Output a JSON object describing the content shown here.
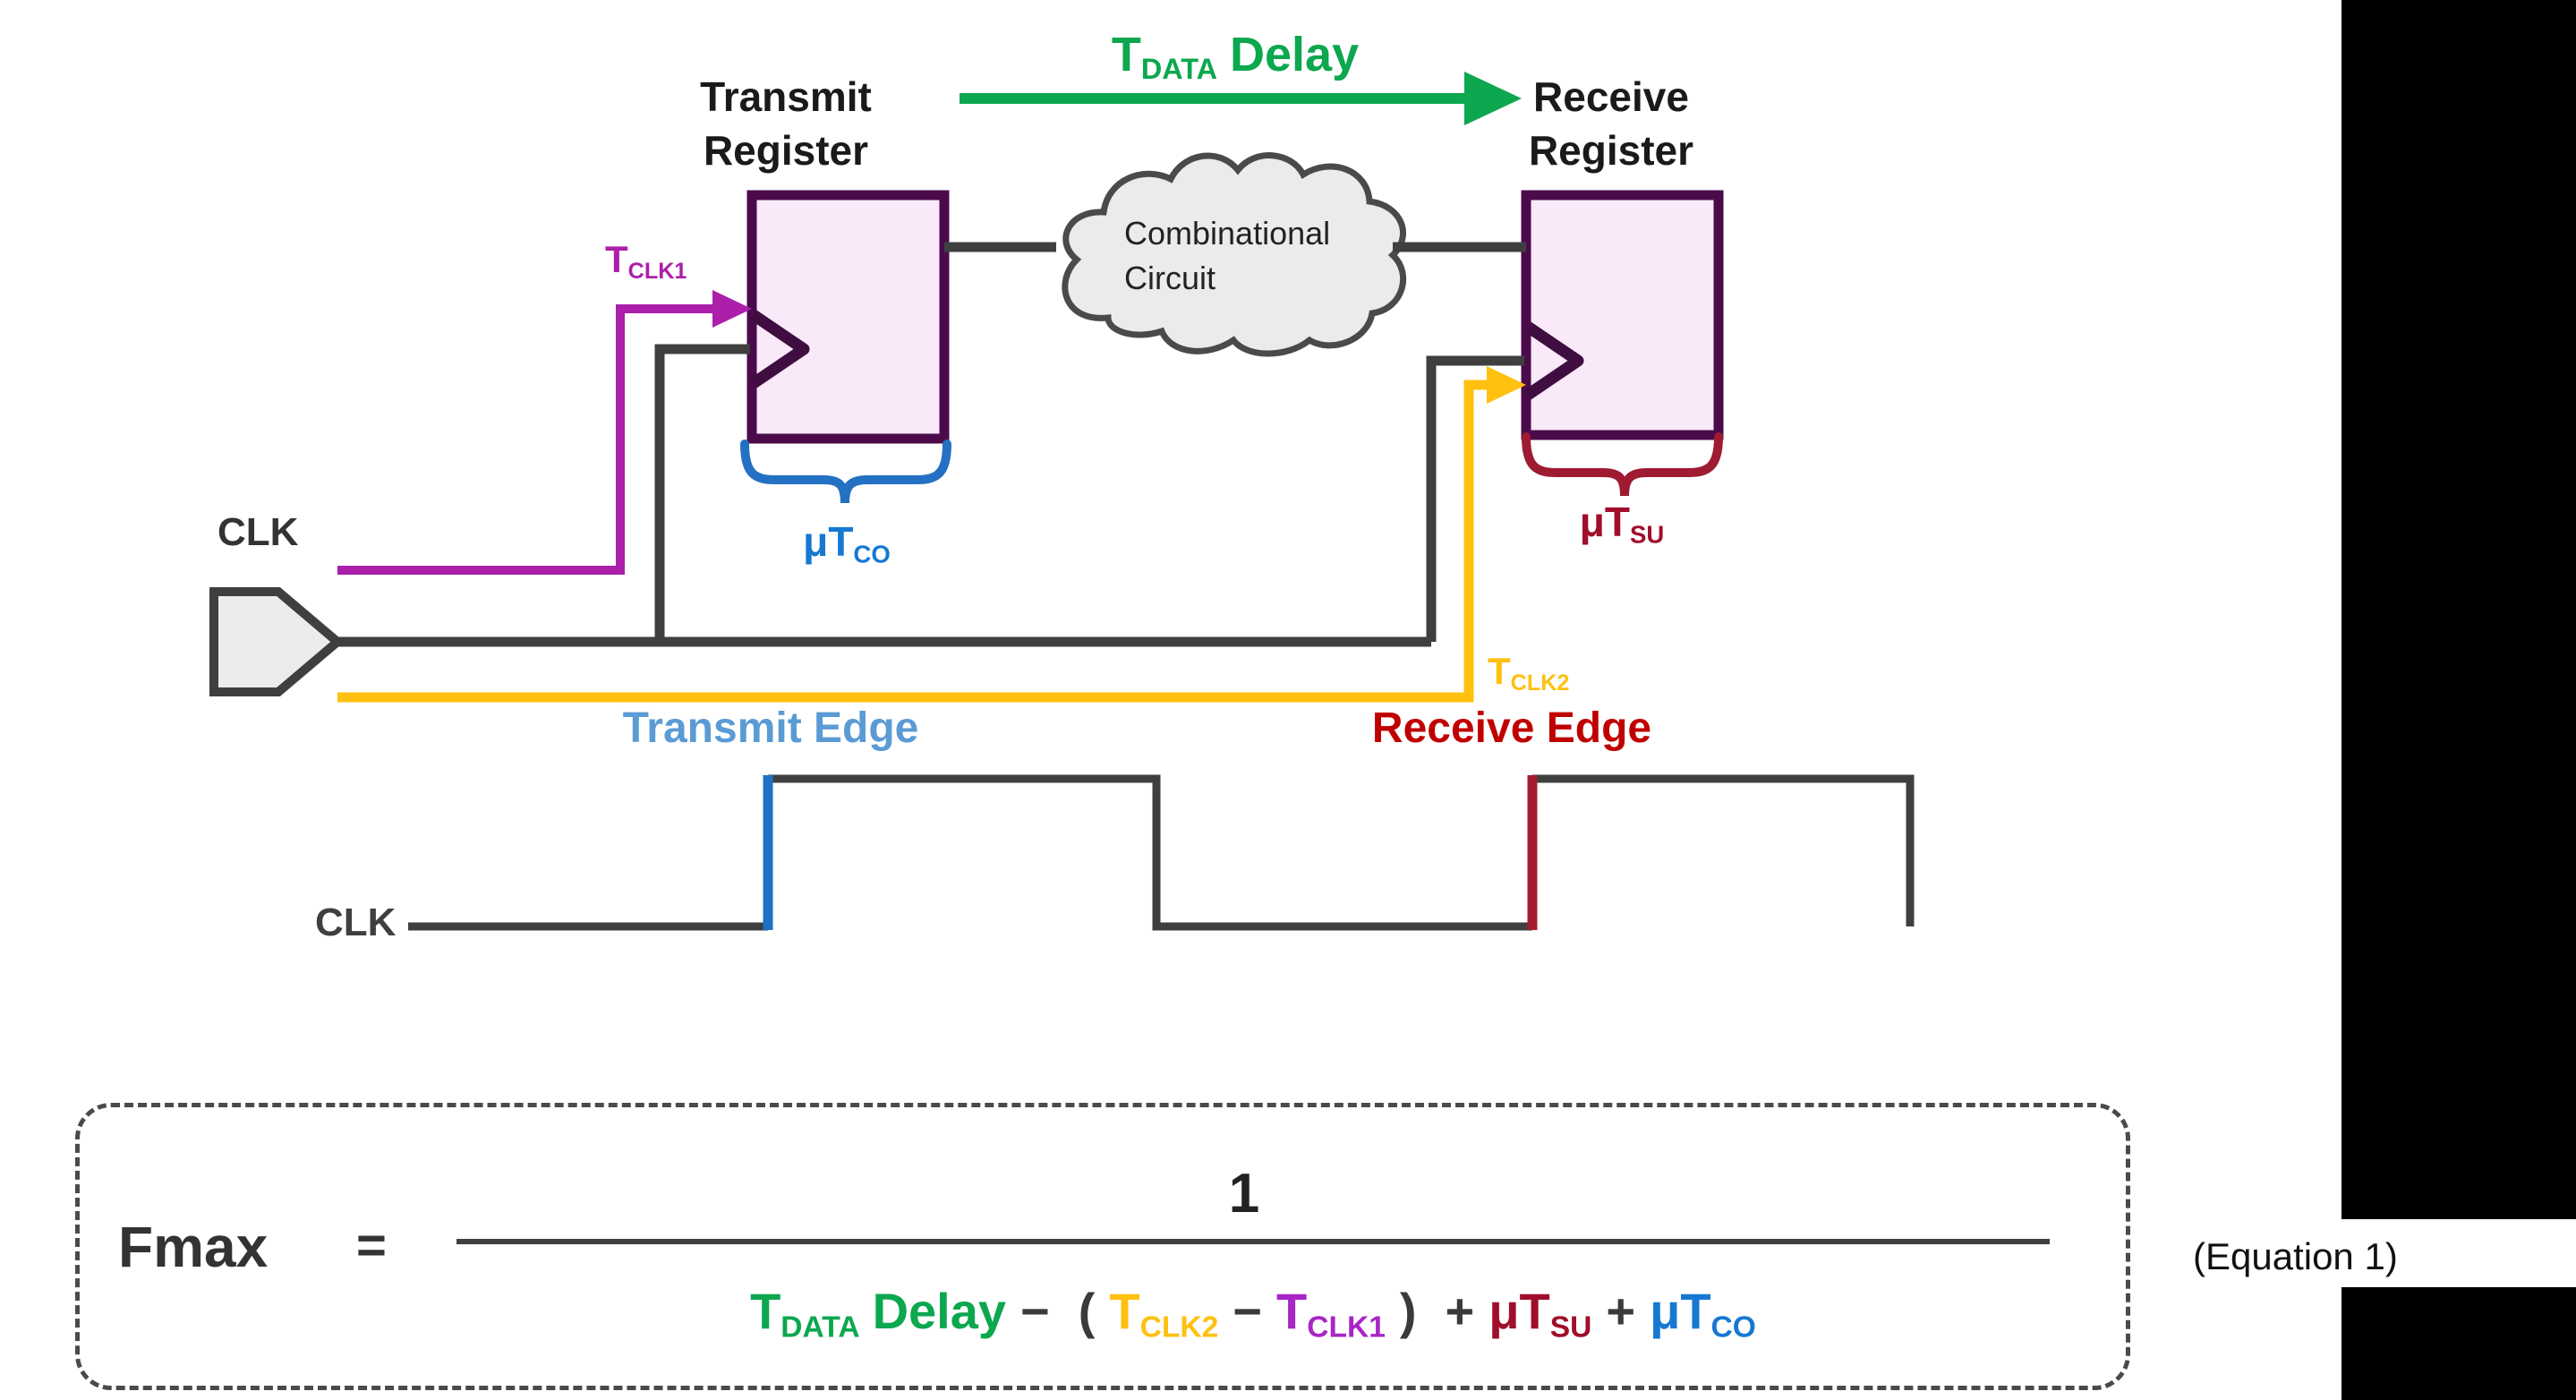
{
  "diagram": {
    "transmit_register_label": {
      "line1": "Transmit",
      "line2": "Register"
    },
    "receive_register_label": {
      "line1": "Receive",
      "line2": "Register"
    },
    "tdata_delay_label": {
      "base": "T",
      "sub": "DATA",
      "word": "Delay"
    },
    "combinational_circuit": {
      "line1": "Combinational",
      "line2": "Circuit"
    },
    "t_clk1": {
      "base": "T",
      "sub": "CLK1"
    },
    "t_clk2": {
      "base": "T",
      "sub": "CLK2"
    },
    "clk_source_label": "CLK",
    "mu_t_co": {
      "base": "μT",
      "sub": "CO"
    },
    "mu_t_su": {
      "base": "μT",
      "sub": "SU"
    }
  },
  "waveform": {
    "clk_label": "CLK",
    "transmit_edge_label": "Transmit Edge",
    "receive_edge_label": "Receive Edge"
  },
  "equation": {
    "fmax": "Fmax",
    "equals": "=",
    "numerator": "1",
    "denominator": {
      "t_data": {
        "base": "T",
        "sub": "DATA",
        "word": "Delay"
      },
      "minus1": "−",
      "open_paren": "(",
      "t_clk2": {
        "base": "T",
        "sub": "CLK2"
      },
      "minus2": "−",
      "t_clk1": {
        "base": "T",
        "sub": "CLK1"
      },
      "close_paren": ")",
      "plus1": "+",
      "mu_t_su": {
        "base": "μT",
        "sub": "SU"
      },
      "plus2": "+",
      "mu_t_co": {
        "base": "μT",
        "sub": "CO"
      }
    },
    "caption": "(Equation 1)"
  },
  "colors": {
    "register_border": "#4B0B4B",
    "register_fill": "#F9E9F9",
    "wire_dark": "#3F3F3F",
    "magenta_clk1": "#AB1FAB",
    "yellow_clk2": "#FFC010",
    "green_data": "#0CA74E",
    "brace_blue": "#2470C2",
    "mu_tco_blue": "#1778D2",
    "brace_red": "#9E1B32",
    "mu_tsu_red": "#A00E2B",
    "transmit_edge_text": "#5B9BD5",
    "transmit_edge_line": "#2070C8",
    "receive_edge_text": "#C00000",
    "receive_edge_line": "#A51C30",
    "equation_purple": "#A825C6",
    "cloud_fill": "#EBEBEB",
    "sidebar_black": "#000000"
  }
}
